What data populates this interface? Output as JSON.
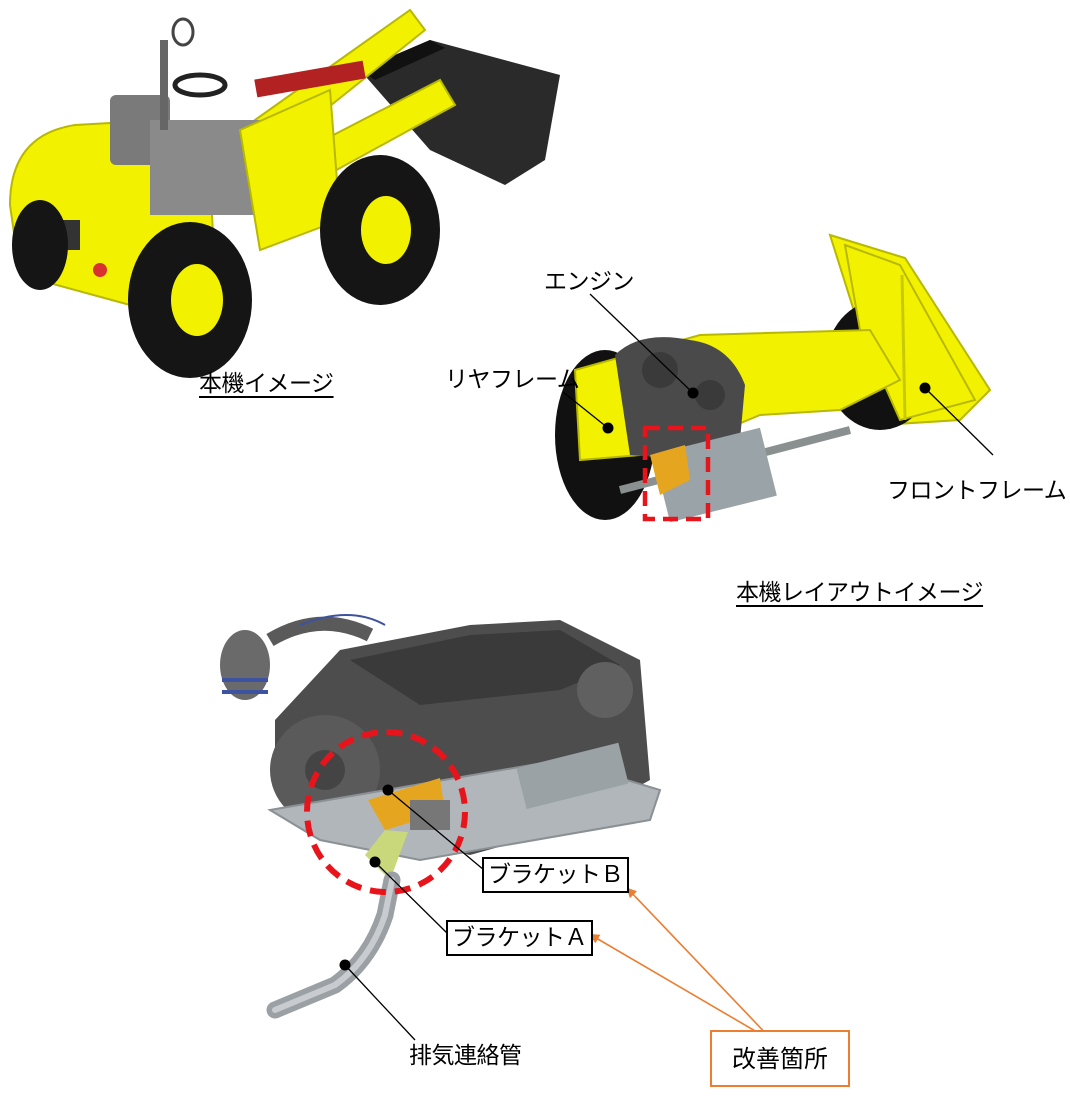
{
  "captions": {
    "machine_image": "本機イメージ",
    "layout_image": "本機レイアウトイメージ"
  },
  "labels": {
    "engine": "エンジン",
    "rear_frame": "リヤフレーム",
    "front_frame": "フロントフレーム",
    "bracket_b": "ブラケットＢ",
    "bracket_a": "ブラケットＡ",
    "exhaust_pipe": "排気連絡管",
    "improvement": "改善箇所"
  },
  "colors": {
    "machine_yellow": "#F2F200",
    "dark_gray": "#4a4a4a",
    "highlight_red": "#E8141B",
    "callout_orange": "#ED7D31",
    "bracket_orange": "#E6A51E",
    "bracket_green": "#C8D87A"
  }
}
